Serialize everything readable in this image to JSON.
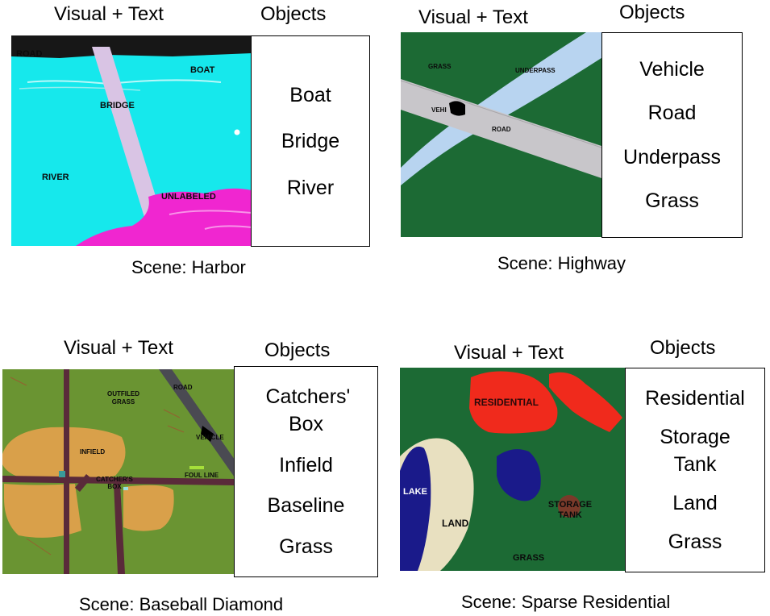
{
  "headers": {
    "visual": "Visual + Text",
    "objects": "Objects"
  },
  "panels": [
    {
      "id": "harbor",
      "scene": "Scene: Harbor",
      "objects": [
        "Boat",
        "Bridge",
        "River"
      ],
      "map_labels": [
        "ROAD",
        "BOAT",
        "BRIDGE",
        "RIVER",
        "UNLABELED"
      ],
      "colors": {
        "water": "#16e8ec",
        "bridge": "#d9c4e4",
        "road": "#171717",
        "unlabeled": "#f026d0"
      }
    },
    {
      "id": "highway",
      "scene": "Scene: Highway",
      "objects": [
        "Vehicle",
        "Road",
        "Underpass",
        "Grass"
      ],
      "map_labels": [
        "GRASS",
        "UNDERPASS",
        "VEHI",
        "ROAD"
      ],
      "colors": {
        "grass": "#1c6a34",
        "underpass": "#b8d4f0",
        "road": "#c8c6ca",
        "vehicle": "#000000"
      }
    },
    {
      "id": "baseball",
      "scene": "Scene: Baseball Diamond",
      "objects": [
        "Catchers' Box",
        "Infield",
        "Baseline",
        "Grass"
      ],
      "map_labels": [
        "OUTFILED GRASS",
        "ROAD",
        "INFIELD",
        "VEHICLE",
        "FOUL LINE",
        "CATCHER'S BOX"
      ],
      "colors": {
        "grass": "#6a9432",
        "infield": "#d9a04a",
        "baseline": "#5a2a3a",
        "road": "#4a4a52"
      }
    },
    {
      "id": "sparse",
      "scene": "Scene: Sparse Residential",
      "objects": [
        "Residential",
        "Storage Tank",
        "Land",
        "Grass"
      ],
      "map_labels": [
        "RESIDENTIAL",
        "LAKE",
        "LAND",
        "STORAGE TANK",
        "GRASS"
      ],
      "colors": {
        "grass": "#1c6a34",
        "residential": "#f02a1c",
        "lake": "#1a1a8a",
        "land": "#e8e0c0",
        "tank": "#7a3a2a"
      }
    }
  ]
}
